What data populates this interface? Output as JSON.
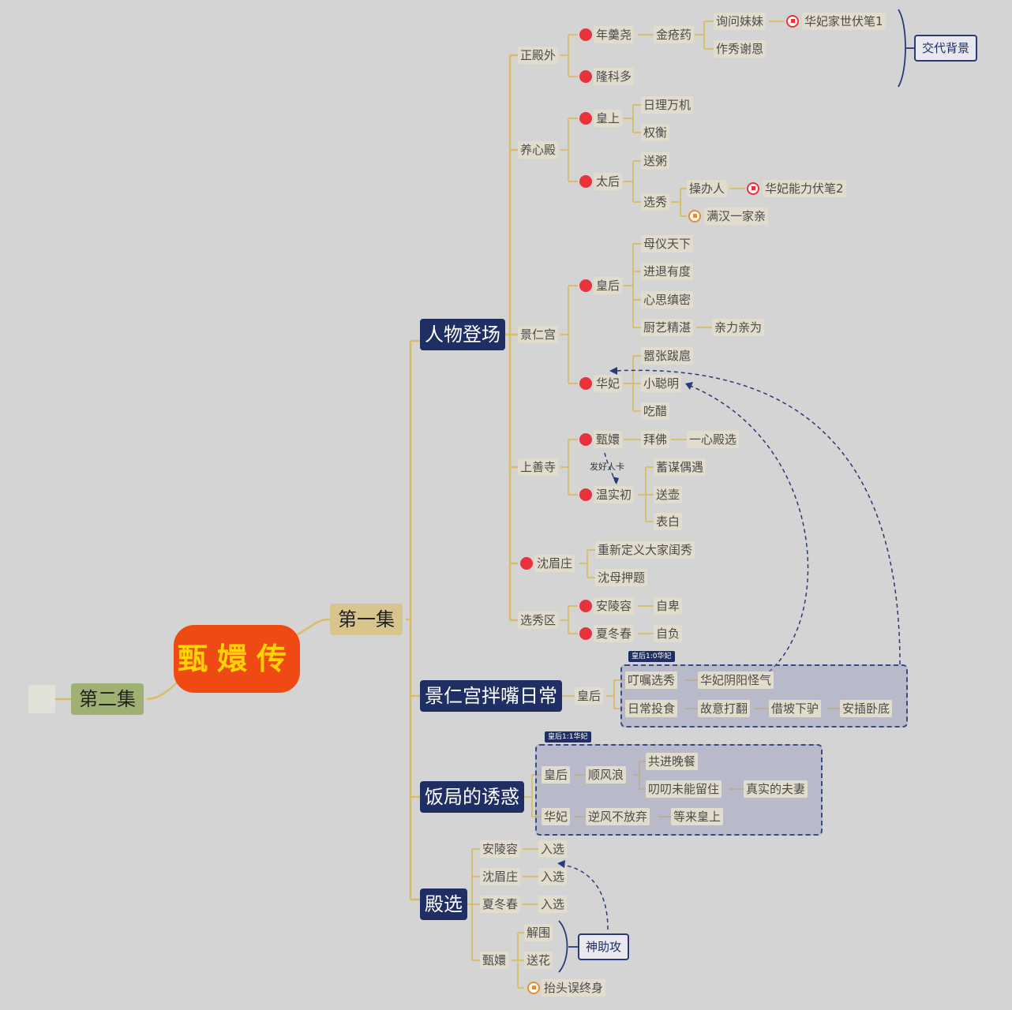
{
  "root": "甄嬛传",
  "ep2": "第二集",
  "ep1": "第一集",
  "sections": {
    "characters": "人物登场",
    "quarrel": "景仁宫拌嘴日常",
    "dinner": "饭局的诱惑",
    "selection": "殿选"
  },
  "places": {
    "zhengdianwai": "正殿外",
    "yangxindian": "养心殿",
    "jingrengong": "景仁宫",
    "shangshansi": "上善寺",
    "xuanxiuqu": "选秀区"
  },
  "people": {
    "nian_gengyao": "年羹尧",
    "longkeduo": "隆科多",
    "huangshang": "皇上",
    "taihou": "太后",
    "huanghou": "皇后",
    "huafei": "华妃",
    "zhenhuan": "甄嬛",
    "wenshichu": "温实初",
    "shenmeizhuang": "沈眉庄",
    "anlingrong": "安陵容",
    "xiadongchun": "夏冬春"
  },
  "leaves": {
    "jinchuangyao": "金疮药",
    "xunwenmeimei": "询问妹妹",
    "zuoxiuxieen": "作秀谢恩",
    "huafei_fubi1": "华妃家世伏笔1",
    "jiaodai": "交代背景",
    "rilizanji": "日理万机",
    "quanheng": "权衡",
    "songzhou": "送粥",
    "xuanxiu": "选秀",
    "caobanren": "操办人",
    "huafei_fubi2": "华妃能力伏笔2",
    "manhan": "满汉一家亲",
    "muyitianxia": "母仪天下",
    "jintuiyoudu": "进退有度",
    "xinsizhenmi": "心思缜密",
    "chuyijingzhan": "厨艺精湛",
    "qinliqinwei": "亲力亲为",
    "xiaozhangbahu": "嚣张跋扈",
    "xiaocongming": "小聪明",
    "chicu": "吃醋",
    "baifo": "拜佛",
    "yixindianxuan": "一心殿选",
    "fahaorenka": "发好人卡",
    "xumououyu": "蓄谋偶遇",
    "songhu": "送壶",
    "biaobai": "表白",
    "chongxin": "重新定义大家闺秀",
    "shenmu": "沈母押题",
    "zibei": "自卑",
    "zifu": "自负"
  },
  "quarrel": {
    "tag": "皇后1:0华妃",
    "huanghou": "皇后",
    "dingzhu": "叮嘱选秀",
    "yinyang": "华妃阴阳怪气",
    "richang": "日常投食",
    "guyi": "故意打翻",
    "jiepo": "借坡下驴",
    "anchawodi": "安插卧底"
  },
  "dinner": {
    "tag": "皇后1:1华妃",
    "huanghou": "皇后",
    "shunfeng": "顺风浪",
    "gongjin": "共进晚餐",
    "diaodiao": "叨叨未能留住",
    "zhenshi": "真实的夫妻",
    "huafei": "华妃",
    "nifeng": "逆风不放弃",
    "denglai": "等来皇上"
  },
  "selection": {
    "anlingrong": "安陵容",
    "shenmeizhuang": "沈眉庄",
    "xiadongchun": "夏冬春",
    "ruxuan": "入选",
    "zhenhuan": "甄嬛",
    "jiewei": "解围",
    "songhua": "送花",
    "shenzhugong": "神助攻",
    "taitou": "抬头误终身"
  }
}
